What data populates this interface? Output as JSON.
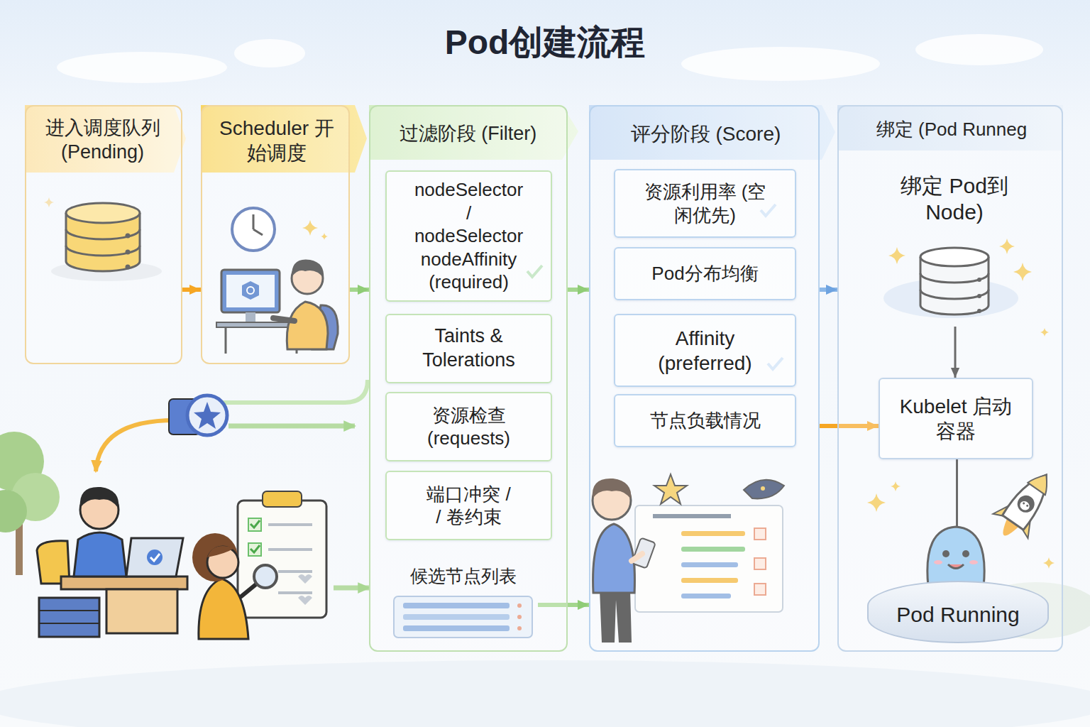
{
  "diagram": {
    "title": "Pod创建流程",
    "nodes": [
      {
        "text": [
          "进入调度队列 (Pending)"
        ]
      },
      {
        "text": [
          "Scheduler 开始调度"
        ]
      },
      {
        "text": [
          "过滤阶段 (Filter)"
        ]
      },
      {
        "text": [
          "nodeSelector / nodeSelector nodeAffinity (required)"
        ],
        "in": 2
      },
      {
        "text": [
          "Taints & Tolerations"
        ],
        "in": 2
      },
      {
        "text": [
          "资源检查 (requests)"
        ],
        "in": 2
      },
      {
        "text": [
          "端口冲突 / / 卷约束"
        ],
        "in": 2
      },
      {
        "text": [
          "候选节点列表"
        ],
        "in": 2
      },
      {
        "text": [
          "评分阶段 (Score)"
        ]
      },
      {
        "text": [
          "资源利用率 (空闲优先)"
        ],
        "in": 8
      },
      {
        "text": [
          "Pod分布均衡"
        ],
        "in": 8
      },
      {
        "text": [
          "Affinity (preferred)"
        ],
        "in": 8
      },
      {
        "text": [
          "节点负载情况"
        ],
        "in": 8
      },
      {
        "text": [
          "绑定 (Pod Runneg"
        ]
      },
      {
        "text": [
          "绑定 Pod到Node)"
        ],
        "in": 13
      },
      {
        "text": [
          "Kubelet 启动容器"
        ],
        "in": 13
      },
      {
        "text": [
          "Pod Running"
        ],
        "in": 13
      }
    ],
    "edges": [
      {
        "from": 0,
        "to": 1,
        "arrow": "to"
      },
      {
        "from": 1,
        "to": 2,
        "arrow": "to"
      },
      {
        "from": 2,
        "to": 8,
        "arrow": "to"
      },
      {
        "from": 8,
        "to": 13,
        "arrow": "to"
      },
      {
        "from": 7,
        "to": 8,
        "arrow": "to"
      },
      {
        "from": 8,
        "to": 15,
        "arrow": "to"
      },
      {
        "from": 14,
        "to": 15,
        "arrow": "to"
      },
      {
        "from": 15,
        "to": 16,
        "arrow": "to"
      }
    ]
  }
}
